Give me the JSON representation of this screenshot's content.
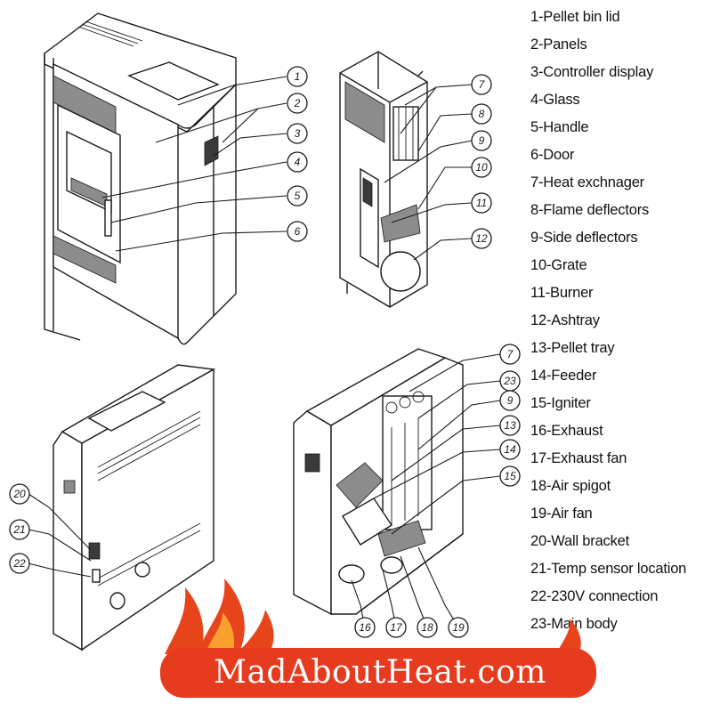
{
  "legend": {
    "items": [
      {
        "label": "1-Pellet bin lid"
      },
      {
        "label": "2-Panels"
      },
      {
        "label": "3-Controller display"
      },
      {
        "label": "4-Glass"
      },
      {
        "label": "5-Handle"
      },
      {
        "label": "6-Door"
      },
      {
        "label": "7-Heat exchnager"
      },
      {
        "label": "8-Flame deflectors"
      },
      {
        "label": "9-Side deflectors"
      },
      {
        "label": "10-Grate"
      },
      {
        "label": "11-Burner"
      },
      {
        "label": "12-Ashtray"
      },
      {
        "label": "13-Pellet tray"
      },
      {
        "label": "14-Feeder"
      },
      {
        "label": "15-Igniter"
      },
      {
        "label": "16-Exhaust"
      },
      {
        "label": "17-Exhaust fan"
      },
      {
        "label": "18-Air spigot"
      },
      {
        "label": "19-Air fan"
      },
      {
        "label": "20-Wall bracket"
      },
      {
        "label": "21-Temp sensor location"
      },
      {
        "label": "22-230V connection"
      },
      {
        "label": "23-Main body"
      }
    ]
  },
  "callouts": {
    "front": [
      "1",
      "2",
      "3",
      "4",
      "5",
      "6"
    ],
    "section": [
      "7",
      "8",
      "9",
      "10",
      "11",
      "12"
    ],
    "rear": [
      "20",
      "21",
      "22"
    ],
    "open": [
      "7",
      "23",
      "9",
      "13",
      "14",
      "15",
      "16",
      "17",
      "18",
      "19"
    ]
  },
  "logo": {
    "text": "MadAboutHeat.com",
    "flame_color": "#e8441c",
    "banner_color": "#e63b1f"
  }
}
